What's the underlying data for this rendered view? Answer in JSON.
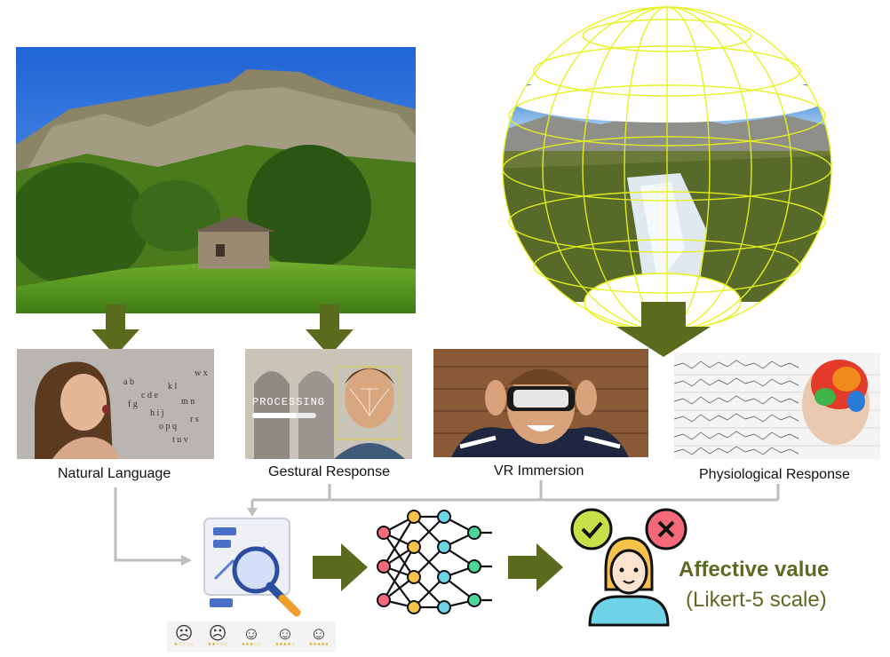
{
  "captions": {
    "natural_language": "Natural Language",
    "gestural_response": "Gestural Response",
    "vr_immersion": "VR Immersion",
    "physiological_response": "Physiological Response"
  },
  "processing_label": "PROCESSING",
  "output": {
    "title": "Affective value",
    "subtitle": "(Likert-5 scale)"
  },
  "likert_faces": [
    "☹",
    "☹",
    "☺",
    "☺",
    "☺"
  ],
  "likert_stars": [
    "★☆☆☆☆",
    "★★☆☆☆",
    "★★★☆☆",
    "★★★★☆",
    "★★★★★"
  ],
  "colors": {
    "arrow_green": "#5a6b1e",
    "connector_gray": "#bdbdbd",
    "affect_text": "#5b6b23",
    "sphere_wire": "#e6f21a"
  }
}
